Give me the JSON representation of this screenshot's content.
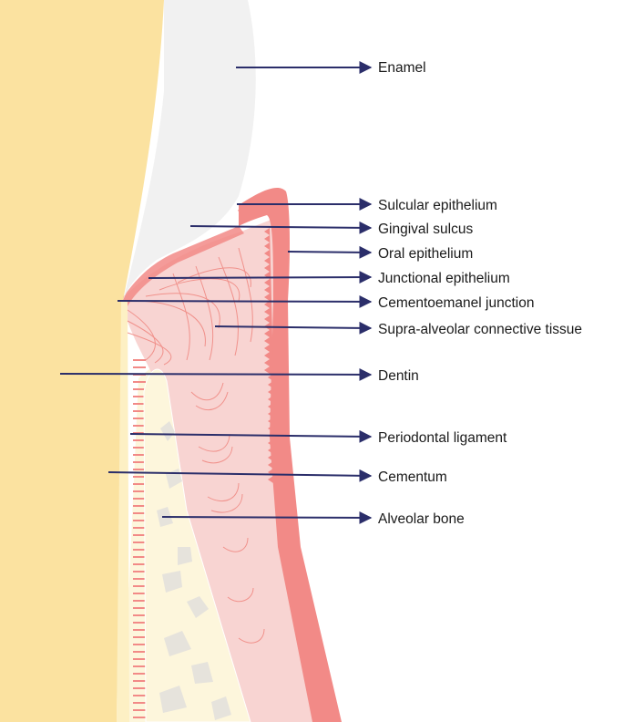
{
  "colors": {
    "dentin": "#fbe2a0",
    "enamel": "#f1f1f1",
    "gingiva": "#f5cfcd",
    "epithelium": "#f28a87",
    "bone": "#eeece6",
    "arrow": "#2b2e6a"
  },
  "labels": [
    {
      "id": "enamel",
      "text": "Enamel"
    },
    {
      "id": "sulcular-epithelium",
      "text": "Sulcular epithelium"
    },
    {
      "id": "gingival-sulcus",
      "text": "Gingival sulcus"
    },
    {
      "id": "oral-epithelium",
      "text": "Oral epithelium"
    },
    {
      "id": "junctional-epithelium",
      "text": "Junctional epithelium"
    },
    {
      "id": "cementoenamel-junction",
      "text": "Cementoemanel junction"
    },
    {
      "id": "supra-alveolar-connective-tissue",
      "text": "Supra-alveolar connective tissue"
    },
    {
      "id": "dentin",
      "text": "Dentin"
    },
    {
      "id": "periodontal-ligament",
      "text": "Periodontal ligament"
    },
    {
      "id": "cementum",
      "text": "Cementum"
    },
    {
      "id": "alveolar-bone",
      "text": "Alveolar bone"
    }
  ]
}
